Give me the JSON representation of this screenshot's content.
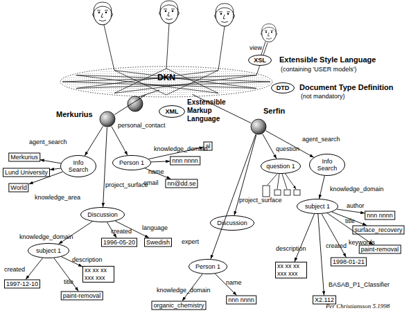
{
  "diagram": {
    "nodes": [
      {
        "text": [
          "DKN"
        ]
      },
      {
        "text": [
          "XSL"
        ]
      },
      {
        "text": [
          "DTD"
        ]
      },
      {
        "text": [
          "XML"
        ]
      },
      {
        "text": [
          "Merkurius"
        ]
      },
      {
        "text": [
          "Serfin"
        ]
      },
      {
        "text": [
          "Info Search"
        ]
      },
      {
        "text": [
          "Person 1"
        ]
      },
      {
        "text": [
          "Merkurius"
        ]
      },
      {
        "text": [
          "Lund University"
        ]
      },
      {
        "text": [
          "World"
        ]
      },
      {
        "text": [
          "al"
        ]
      },
      {
        "text": [
          "nnn nnnn"
        ]
      },
      {
        "text": [
          "nn@dd.se"
        ]
      },
      {
        "text": [
          "Discussion"
        ]
      },
      {
        "text": [
          "1996-05-20"
        ]
      },
      {
        "text": [
          "Swedish"
        ]
      },
      {
        "text": [
          "subject 1"
        ]
      },
      {
        "text": [
          "1997-12-10"
        ]
      },
      {
        "text": [
          "xx xx xx xxx xxx"
        ]
      },
      {
        "text": [
          "paint-removal"
        ]
      },
      {
        "text": [
          "question 1"
        ]
      },
      {
        "text": [
          "Info Search"
        ]
      },
      {
        "text": [
          "Discussion"
        ]
      },
      {
        "text": [
          "Person 1"
        ]
      },
      {
        "text": [
          "organic_chemistry"
        ]
      },
      {
        "text": [
          "nnn nnnn"
        ]
      },
      {
        "text": [
          "subject 1"
        ]
      },
      {
        "text": [
          "nnn nnnn"
        ]
      },
      {
        "text": [
          "surface_recovery"
        ]
      },
      {
        "text": [
          "paint-removal"
        ]
      },
      {
        "text": [
          "1998-01-21"
        ]
      },
      {
        "text": [
          "xx xx xx xxx xxx"
        ]
      },
      {
        "text": [
          "X2.112"
        ]
      }
    ],
    "edges": [
      {
        "from": 0,
        "to": 4,
        "arrow": "none"
      },
      {
        "from": 0,
        "to": 5,
        "arrow": "none"
      },
      {
        "from": 4,
        "to": 6,
        "arrow": "to",
        "label": "agent_search"
      },
      {
        "from": 4,
        "to": 7,
        "arrow": "to",
        "label": "personal_contact"
      },
      {
        "from": 4,
        "to": 14,
        "arrow": "to",
        "label": "project_surface"
      },
      {
        "from": 6,
        "to": 8,
        "arrow": "to"
      },
      {
        "from": 6,
        "to": 9,
        "arrow": "to"
      },
      {
        "from": 6,
        "to": 10,
        "arrow": "to",
        "label": "knowledge_area"
      },
      {
        "from": 7,
        "to": 11,
        "arrow": "to",
        "label": "knowledge_domain"
      },
      {
        "from": 7,
        "to": 12,
        "arrow": "to",
        "label": "name"
      },
      {
        "from": 7,
        "to": 13,
        "arrow": "to",
        "label": "email"
      },
      {
        "from": 14,
        "to": 15,
        "arrow": "to",
        "label": "created"
      },
      {
        "from": 14,
        "to": 16,
        "arrow": "to",
        "label": "language"
      },
      {
        "from": 14,
        "to": 17,
        "arrow": "to",
        "label": "knowledge_domain"
      },
      {
        "from": 17,
        "to": 18,
        "arrow": "to",
        "label": "created"
      },
      {
        "from": 17,
        "to": 19,
        "arrow": "to",
        "label": "description"
      },
      {
        "from": 17,
        "to": 20,
        "arrow": "to",
        "label": "title"
      },
      {
        "from": 5,
        "to": 21,
        "arrow": "to",
        "label": "question"
      },
      {
        "from": 5,
        "to": 22,
        "arrow": "to",
        "label": "agent_search"
      },
      {
        "from": 5,
        "to": 23,
        "arrow": "to",
        "label": "project_surface"
      },
      {
        "from": 5,
        "to": 24,
        "arrow": "to",
        "label": "expert"
      },
      {
        "from": 24,
        "to": 25,
        "arrow": "to",
        "label": "knowledge_domain"
      },
      {
        "from": 24,
        "to": 26,
        "arrow": "to",
        "label": "name"
      },
      {
        "from": 22,
        "to": 27,
        "arrow": "to",
        "label": "knowledge_domain"
      },
      {
        "from": 27,
        "to": 28,
        "arrow": "to",
        "label": "author"
      },
      {
        "from": 27,
        "to": 29,
        "arrow": "to",
        "label": "title"
      },
      {
        "from": 27,
        "to": 30,
        "arrow": "to",
        "label": "keywords"
      },
      {
        "from": 27,
        "to": 31,
        "arrow": "to",
        "label": "created"
      },
      {
        "from": 27,
        "to": 32,
        "arrow": "to",
        "label": "description"
      },
      {
        "from": 27,
        "to": 33,
        "arrow": "to",
        "label": "BASAB_P1_Classifier"
      }
    ],
    "labels": [
      "view",
      "Extensible Style Language",
      "(containing 'USER models')",
      "Document Type Definition",
      "(not mandatory)",
      "Exstensible Markup Language",
      "Per Christiansson 5.1998"
    ]
  }
}
